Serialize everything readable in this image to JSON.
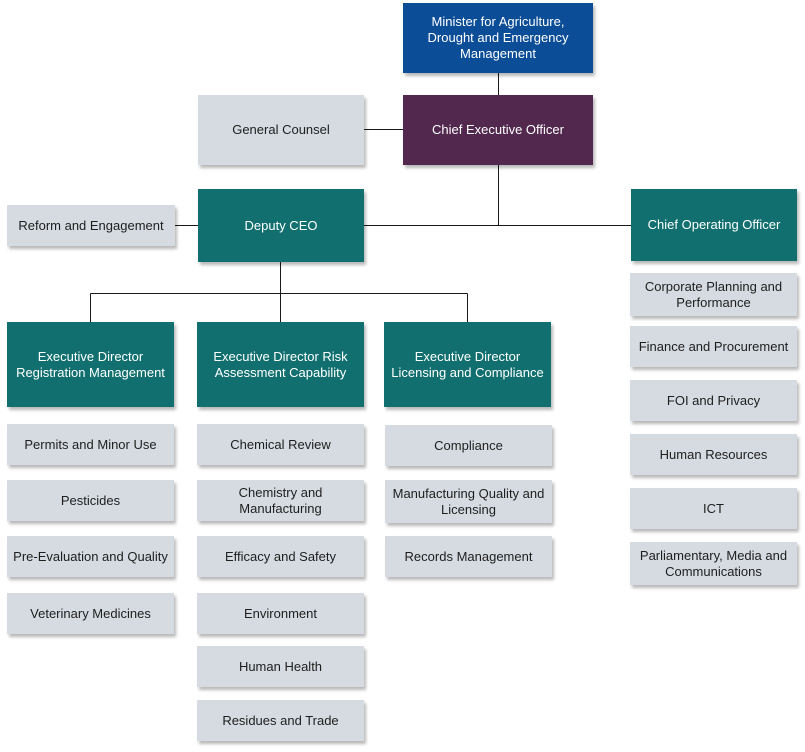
{
  "minister": "Minister for Agriculture, Drought and Emergency Management",
  "ceo": "Chief Executive Officer",
  "general_counsel": "General Counsel",
  "deputy_ceo": "Deputy CEO",
  "reform": "Reform and Engagement",
  "coo": "Chief Operating Officer",
  "colors": {
    "minister": "#0b4d96",
    "ceo": "#52284f",
    "executive": "#11706f",
    "unit": "#d5dbe1"
  },
  "registration": {
    "head": "Executive Director Registration Management",
    "units": [
      "Permits and Minor Use",
      "Pesticides",
      "Pre-Evaluation and Quality",
      "Veterinary Medicines"
    ]
  },
  "risk": {
    "head": "Executive Director Risk Assessment Capability",
    "units": [
      "Chemical Review",
      "Chemistry and Manufacturing",
      "Efficacy and Safety",
      "Environment",
      "Human Health",
      "Residues and Trade"
    ]
  },
  "licensing": {
    "head": "Executive Director Licensing and Compliance",
    "units": [
      "Compliance",
      "Manufacturing Quality and Licensing",
      "Records Management"
    ]
  },
  "operations": {
    "units": [
      "Corporate Planning and Performance",
      "Finance and Procurement",
      "FOI and Privacy",
      "Human Resources",
      "ICT",
      "Parliamentary, Media and Communications"
    ]
  }
}
